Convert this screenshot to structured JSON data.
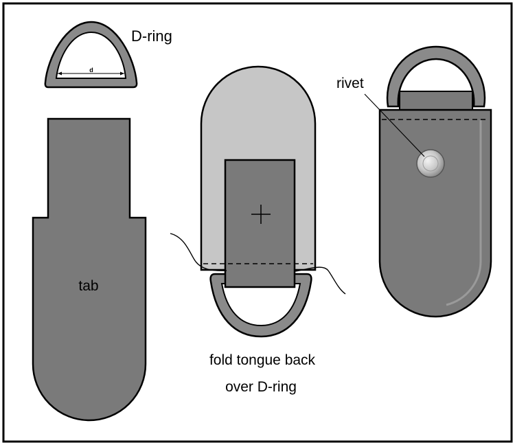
{
  "labels": {
    "d_ring": "D-ring",
    "d_dimension": "d",
    "tab": "tab",
    "fold_line1": "fold tongue back",
    "fold_line2": "over D-ring",
    "rivet": "rivet"
  },
  "colors": {
    "leather": "#7a7a7a",
    "leather_light": "#c6c6c6",
    "ring": "#8a8a8a",
    "outline": "#000000",
    "border": "#000000",
    "background": "#ffffff"
  }
}
